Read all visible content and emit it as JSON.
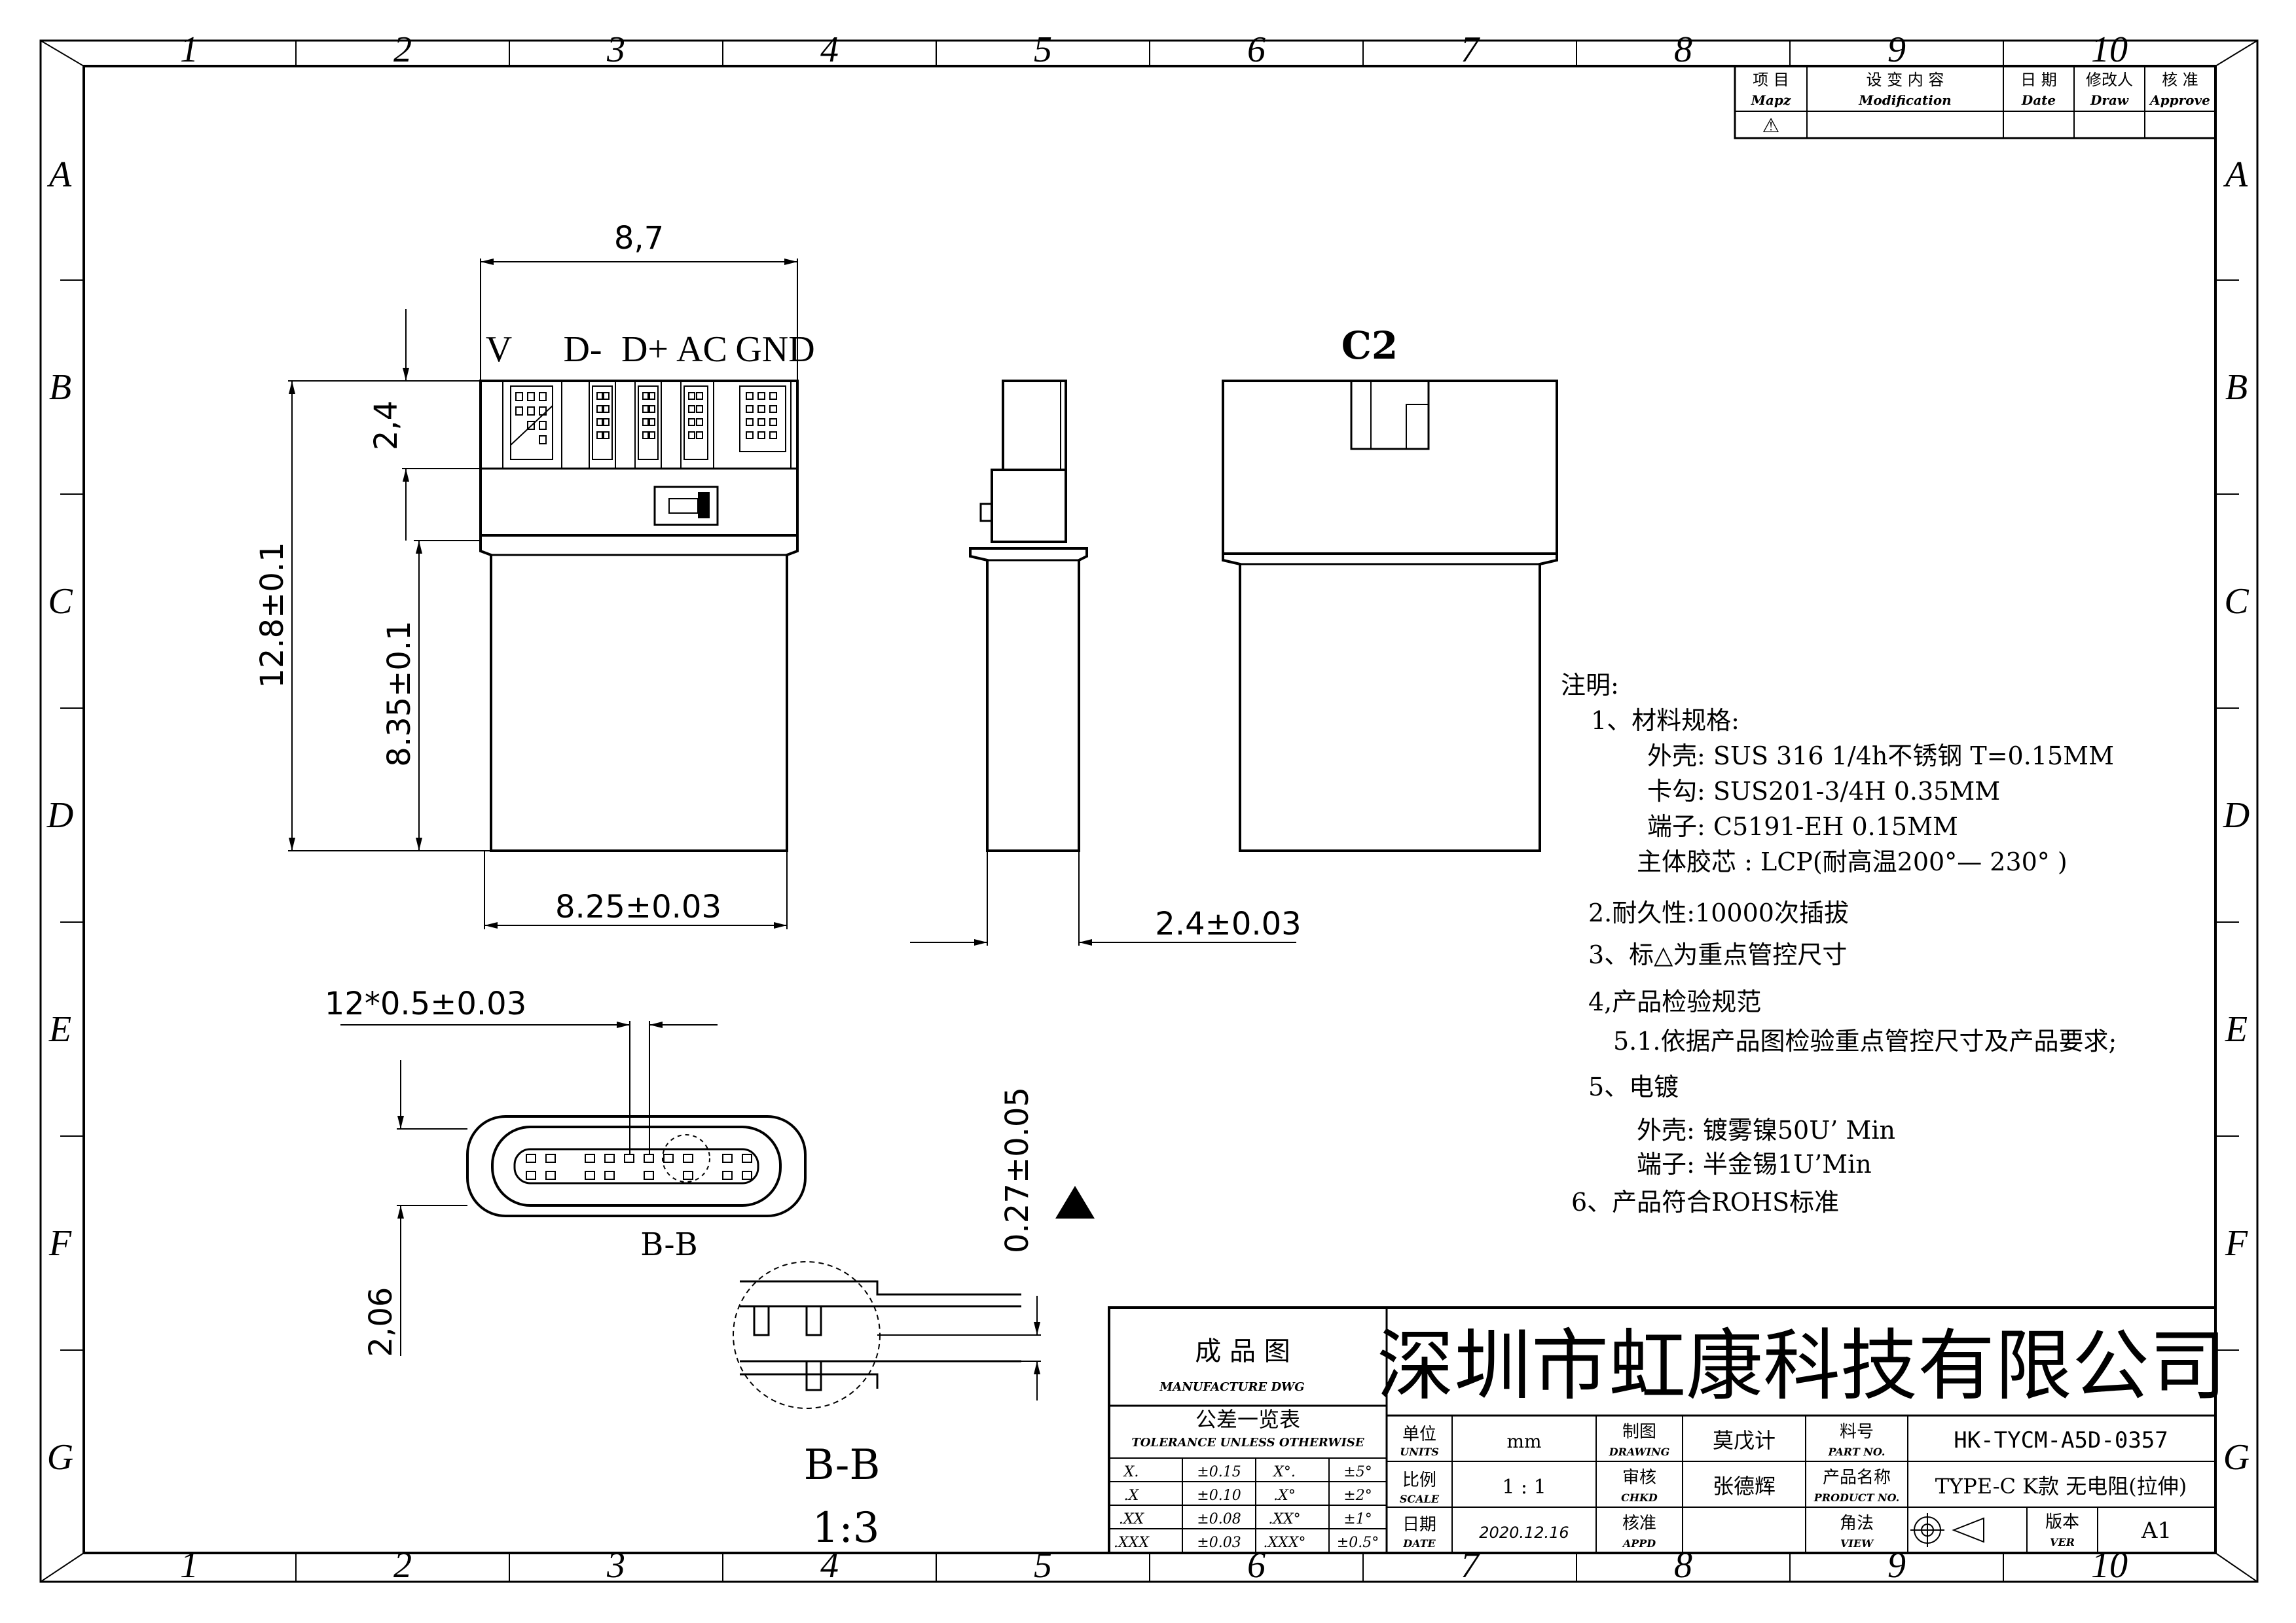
{
  "frame": {
    "col_numbers": [
      "1",
      "2",
      "3",
      "4",
      "5",
      "6",
      "7",
      "8",
      "9",
      "10"
    ],
    "row_letters": [
      "A",
      "B",
      "C",
      "D",
      "E",
      "F",
      "G"
    ]
  },
  "revision_table": {
    "headers": [
      {
        "cn": "项 目",
        "en": "Mapz"
      },
      {
        "cn": "设 变 内 容",
        "en": "Modification"
      },
      {
        "cn": "日 期",
        "en": "Date"
      },
      {
        "cn": "修改人",
        "en": "Draw"
      },
      {
        "cn": "核 准",
        "en": "Approve"
      }
    ],
    "first_row_mark": "⚠"
  },
  "front_view": {
    "dim_width_top": "8,7",
    "pin_labels": [
      "V",
      "D-",
      "D+",
      "AC",
      "GND"
    ],
    "dim_2_4": "2,4",
    "dim_12_8": "12.8±0.1",
    "dim_8_35": "8.35±0.1",
    "dim_width_bottom": "8.25±0.03"
  },
  "side_view": {
    "dim_thickness": "2.4±0.03"
  },
  "rear_view": {
    "label": "C2"
  },
  "section_view": {
    "dim_pitch": "12*0.5±0.03",
    "dim_2_06": "2,06",
    "label": "B-B"
  },
  "detail_view": {
    "dim_0_27": "0.27±0.05",
    "label": "B-B",
    "scale": "1:3"
  },
  "notes": {
    "title": "注明:",
    "lines": [
      "1、材料规格:",
      "外壳:  SUS 316 1/4h不锈钢 T=0.15MM",
      "卡勾:  SUS201-3/4H 0.35MM",
      "端子:  C5191-EH 0.15MM",
      "主体胶芯 :   LCP(耐高温200°— 230° )",
      "2.耐久性:10000次插拔",
      "3、标△为重点管控尺寸",
      "4,产品检验规范",
      "5.1.依据产品图检验重点管控尺寸及产品要求;",
      "5、电镀",
      "外壳:  镀雾镍50U’ Min",
      "端子:  半金锡1U’Min",
      "6、产品符合ROHS标准"
    ]
  },
  "title_block": {
    "product_drawing_cn": "成 品 图",
    "product_drawing_en": "MANUFACTURE DWG",
    "tolerance_cn": "公差一览表",
    "tolerance_en": "TOLERANCE UNLESS OTHERWISE",
    "tolerances": [
      [
        "X.",
        "±0.15",
        "X°.",
        "±5°"
      ],
      [
        ".X",
        "±0.10",
        ".X°",
        "±2°"
      ],
      [
        ".XX",
        "±0.08",
        ".XX°",
        "±1°"
      ],
      [
        ".XXX",
        "±0.03",
        ".XXX°",
        "±0.5°"
      ]
    ],
    "company": "深圳市虹康科技有限公司",
    "units_label_cn": "单位",
    "units_label_en": "UNITS",
    "units_value": "mm",
    "drawing_label_cn": "制图",
    "drawing_label_en": "DRAWING",
    "drawing_value": "莫戊计",
    "part_label_cn": "料号",
    "part_label_en": "PART NO.",
    "part_value": "HK-TYCM-A5D-0357",
    "scale_label_cn": "比例",
    "scale_label_en": "SCALE",
    "scale_value": "1 : 1",
    "check_label_cn": "审核",
    "check_label_en": "CHKD",
    "check_value": "张德辉",
    "name_label_cn": "产品名称",
    "name_label_en": "PRODUCT NO.",
    "name_value": "TYPE-C K款 无电阻(拉伸)",
    "date_label_cn": "日期",
    "date_label_en": "DATE",
    "date_value": "2020.12.16",
    "approve_label_cn": "核准",
    "approve_label_en": "APPD",
    "view_label_cn": "角法",
    "view_label_en": "VIEW",
    "version_label_cn": "版本",
    "version_label_en": "VER",
    "version_value": "A1"
  }
}
